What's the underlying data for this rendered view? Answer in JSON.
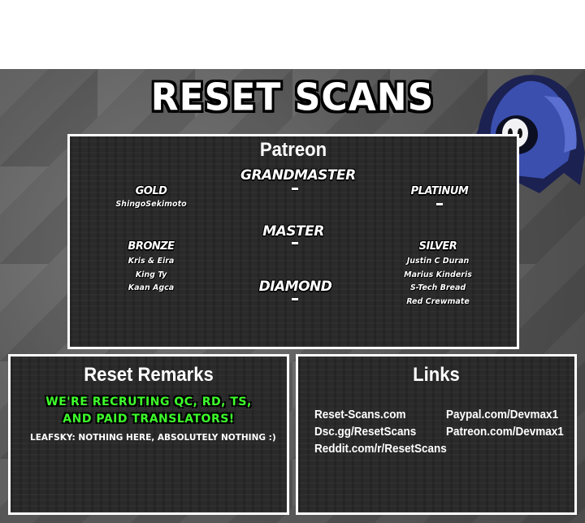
{
  "header": {
    "title": "RESET SCANS"
  },
  "patreon": {
    "heading": "Patreon",
    "tiers": {
      "grandmaster": {
        "label": "GRANDMASTER",
        "names": []
      },
      "gold": {
        "label": "GOLD",
        "names": [
          "ShingoSekimoto"
        ]
      },
      "platinum": {
        "label": "PLATINUM",
        "names": []
      },
      "master": {
        "label": "MASTER",
        "names": []
      },
      "bronze": {
        "label": "BRONZE",
        "names": [
          "Kris & Eira",
          "King Ty",
          "Kaan Agca"
        ]
      },
      "silver": {
        "label": "SILVER",
        "names": [
          "Justin C Duran",
          "Marius Kinderis",
          "S-Tech Bread",
          "Red Crewmate"
        ]
      },
      "diamond": {
        "label": "DIAMOND",
        "names": []
      }
    }
  },
  "remarks": {
    "heading": "Reset Remarks",
    "recruit_line1": "WE'RE RECRUTING QC, RD, TS,",
    "recruit_line2": "AND PAID TRANSLATORS!",
    "note": "LEAFSKY: NOTHING HERE, ABSOLUTELY NOTHING :)"
  },
  "links": {
    "heading": "Links",
    "left": [
      "Reset-Scans.com",
      "Dsc.gg/ResetScans",
      "Reddit.com/r/ResetScans"
    ],
    "right": [
      "Paypal.com/Devmax1",
      "Patreon.com/Devmax1"
    ]
  },
  "colors": {
    "recruit": "#3dff2a",
    "panel": "#2a2a2a",
    "border": "#ffffff",
    "mascot_cloak": "#3b4fae"
  },
  "icons": {
    "mascot": "hooded-ghost-mascot-icon"
  }
}
